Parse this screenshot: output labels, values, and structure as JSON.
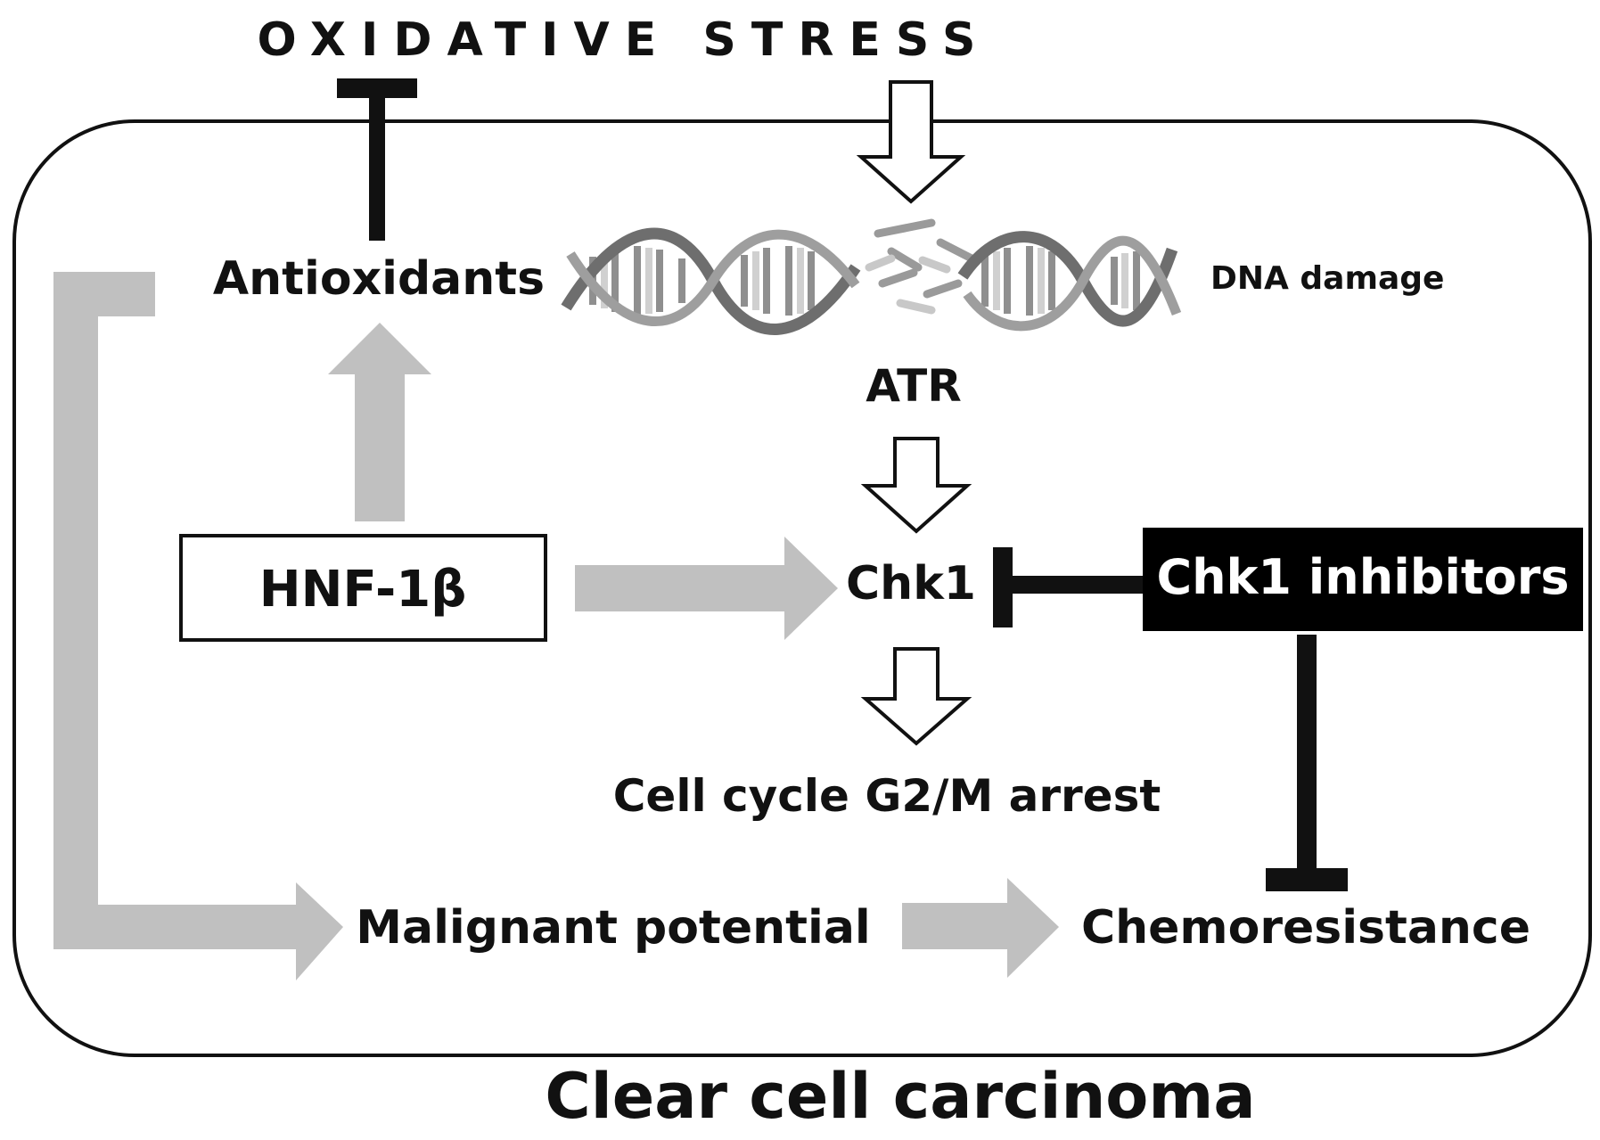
{
  "title": "OXIDATIVE STRESS",
  "caption": "Clear cell carcinoma",
  "nodes": {
    "antioxidants": "Antioxidants",
    "dna_damage": "DNA damage",
    "atr": "ATR",
    "hnf1b": "HNF-1β",
    "chk1": "Chk1",
    "chk1_inhibitors": "Chk1 inhibitors",
    "cell_cycle": "Cell cycle G2/M arrest",
    "malignant": "Malignant potential",
    "chemoresistance": "Chemoresistance"
  },
  "colors": {
    "ink": "#111111",
    "gray_arrow": "#c0c0c0",
    "inhibitor_fill": "#000000",
    "inhibitor_text": "#ffffff"
  }
}
